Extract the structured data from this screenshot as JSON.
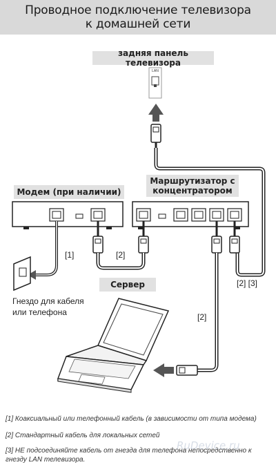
{
  "title": "Проводное подключение телевизора к домашней сети",
  "tv_panel_label": "задняя панель телевизора",
  "lan_port_label": "LAN",
  "modem_label": "Модем (при наличии)",
  "router_label": "Маршрутизатор с концентратором",
  "server_label": "Сервер",
  "wall_socket_label_line1": "Гнездо для кабеля",
  "wall_socket_label_line2": "или телефона",
  "cable_tags": {
    "coax": "[1]",
    "modem_router": "[2]",
    "laptop": "[2]",
    "tv": "[2] [3]"
  },
  "notes": [
    "[1] Коаксиальный или телефонный кабель (в зависимости от типа модема)",
    "[2] Стандартный кабель для локальных сетей",
    "[3] НЕ подсоединяйте кабель от гнезда для телефона непосредственно к гнезду LAN телевизора."
  ],
  "watermark": "RuDevice.ru",
  "colors": {
    "header_bg": "#d9d9d9",
    "label_bg": "#e1e1e1",
    "line": "#333333",
    "arrow": "#555555"
  }
}
